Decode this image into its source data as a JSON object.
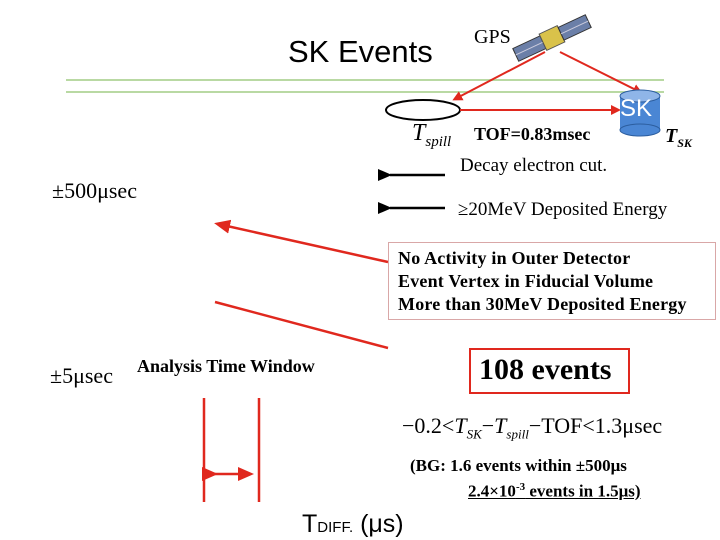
{
  "title": "SK Events",
  "gps_label": "GPS",
  "sk_label": "SK",
  "tspill": {
    "main": "T",
    "sub": "spill"
  },
  "tof": "TOF=0.83msec",
  "tsk": {
    "main": "T",
    "sub": "SK"
  },
  "decay_cut": "Decay electron cut.",
  "window_500": "±500μsec",
  "deposited_20": "≥20MeV Deposited Energy",
  "cuts": [
    "No Activity in Outer Detector",
    "Event Vertex in Fiducial Volume",
    "More than 30MeV Deposited Energy"
  ],
  "window_5": "±5μsec",
  "analysis_window": "Analysis Time Window",
  "events": "108 events",
  "condition": {
    "a": "−0.2<",
    "tsk": "T",
    "tsk_sub": "SK",
    "minus1": "−",
    "tspill": "T",
    "tspill_sub": "spill",
    "b": "−TOF<1.3μsec"
  },
  "bg_line1": "(BG:   1.6 events within ±500μs",
  "bg_line2": {
    "a": "2.4×10",
    "exp": "-3",
    "b": " events in 1.5μs)"
  },
  "tdiff": {
    "main": "T",
    "sub": "DIFF.",
    "unit": " (μs)"
  },
  "colors": {
    "beam": "#b9d9a3",
    "arrow": "#e0281e",
    "sk_tank": "#4a86d4"
  },
  "icons": [
    "satellite-icon"
  ]
}
